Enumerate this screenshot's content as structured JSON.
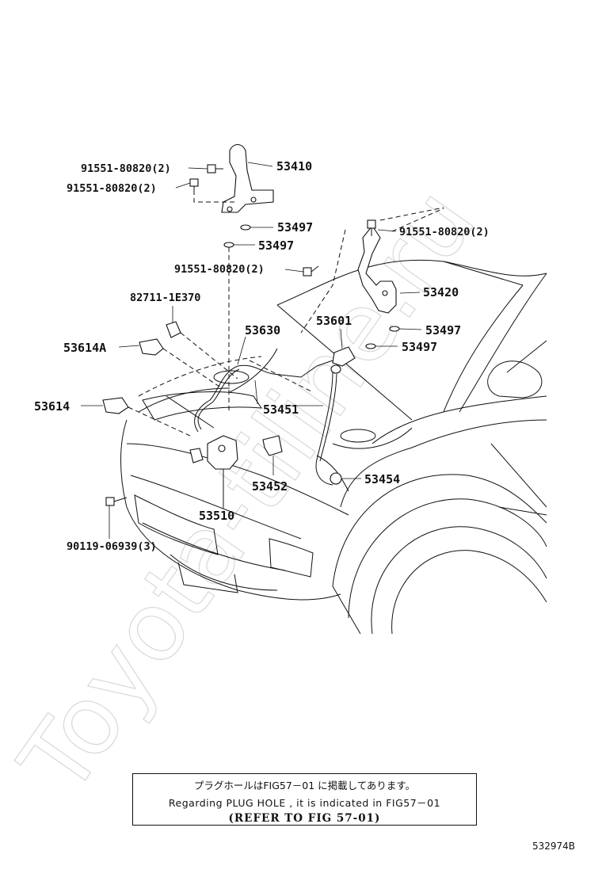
{
  "watermark": "Toyota-tiline.ru",
  "labels": {
    "p53410": "53410",
    "bolt_upper_a": "91551-80820(2)",
    "bolt_upper_b": "91551-80820(2)",
    "p53497_a": "53497",
    "p53497_b": "53497",
    "bolt_right": "91551-80820(2)",
    "bolt_mid": "91551-80820(2)",
    "p53420": "53420",
    "p53497_c": "53497",
    "p53497_d": "53497",
    "p82711": "82711-1E370",
    "p53630": "53630",
    "p53601": "53601",
    "p53614a": "53614A",
    "p53614": "53614",
    "p53451": "53451",
    "p53452": "53452",
    "p53454": "53454",
    "p53510": "53510",
    "p90119": "90119-06939(3)"
  },
  "note": {
    "japanese": "プラグホールはFIG57－01 に掲載してあります。",
    "english": "Regarding  PLUG  HOLE  ,  it  is  indicated  in  FIG57－01",
    "reference": "(REFER  TO  FIG  57-01)"
  },
  "figure_id": "532974B"
}
